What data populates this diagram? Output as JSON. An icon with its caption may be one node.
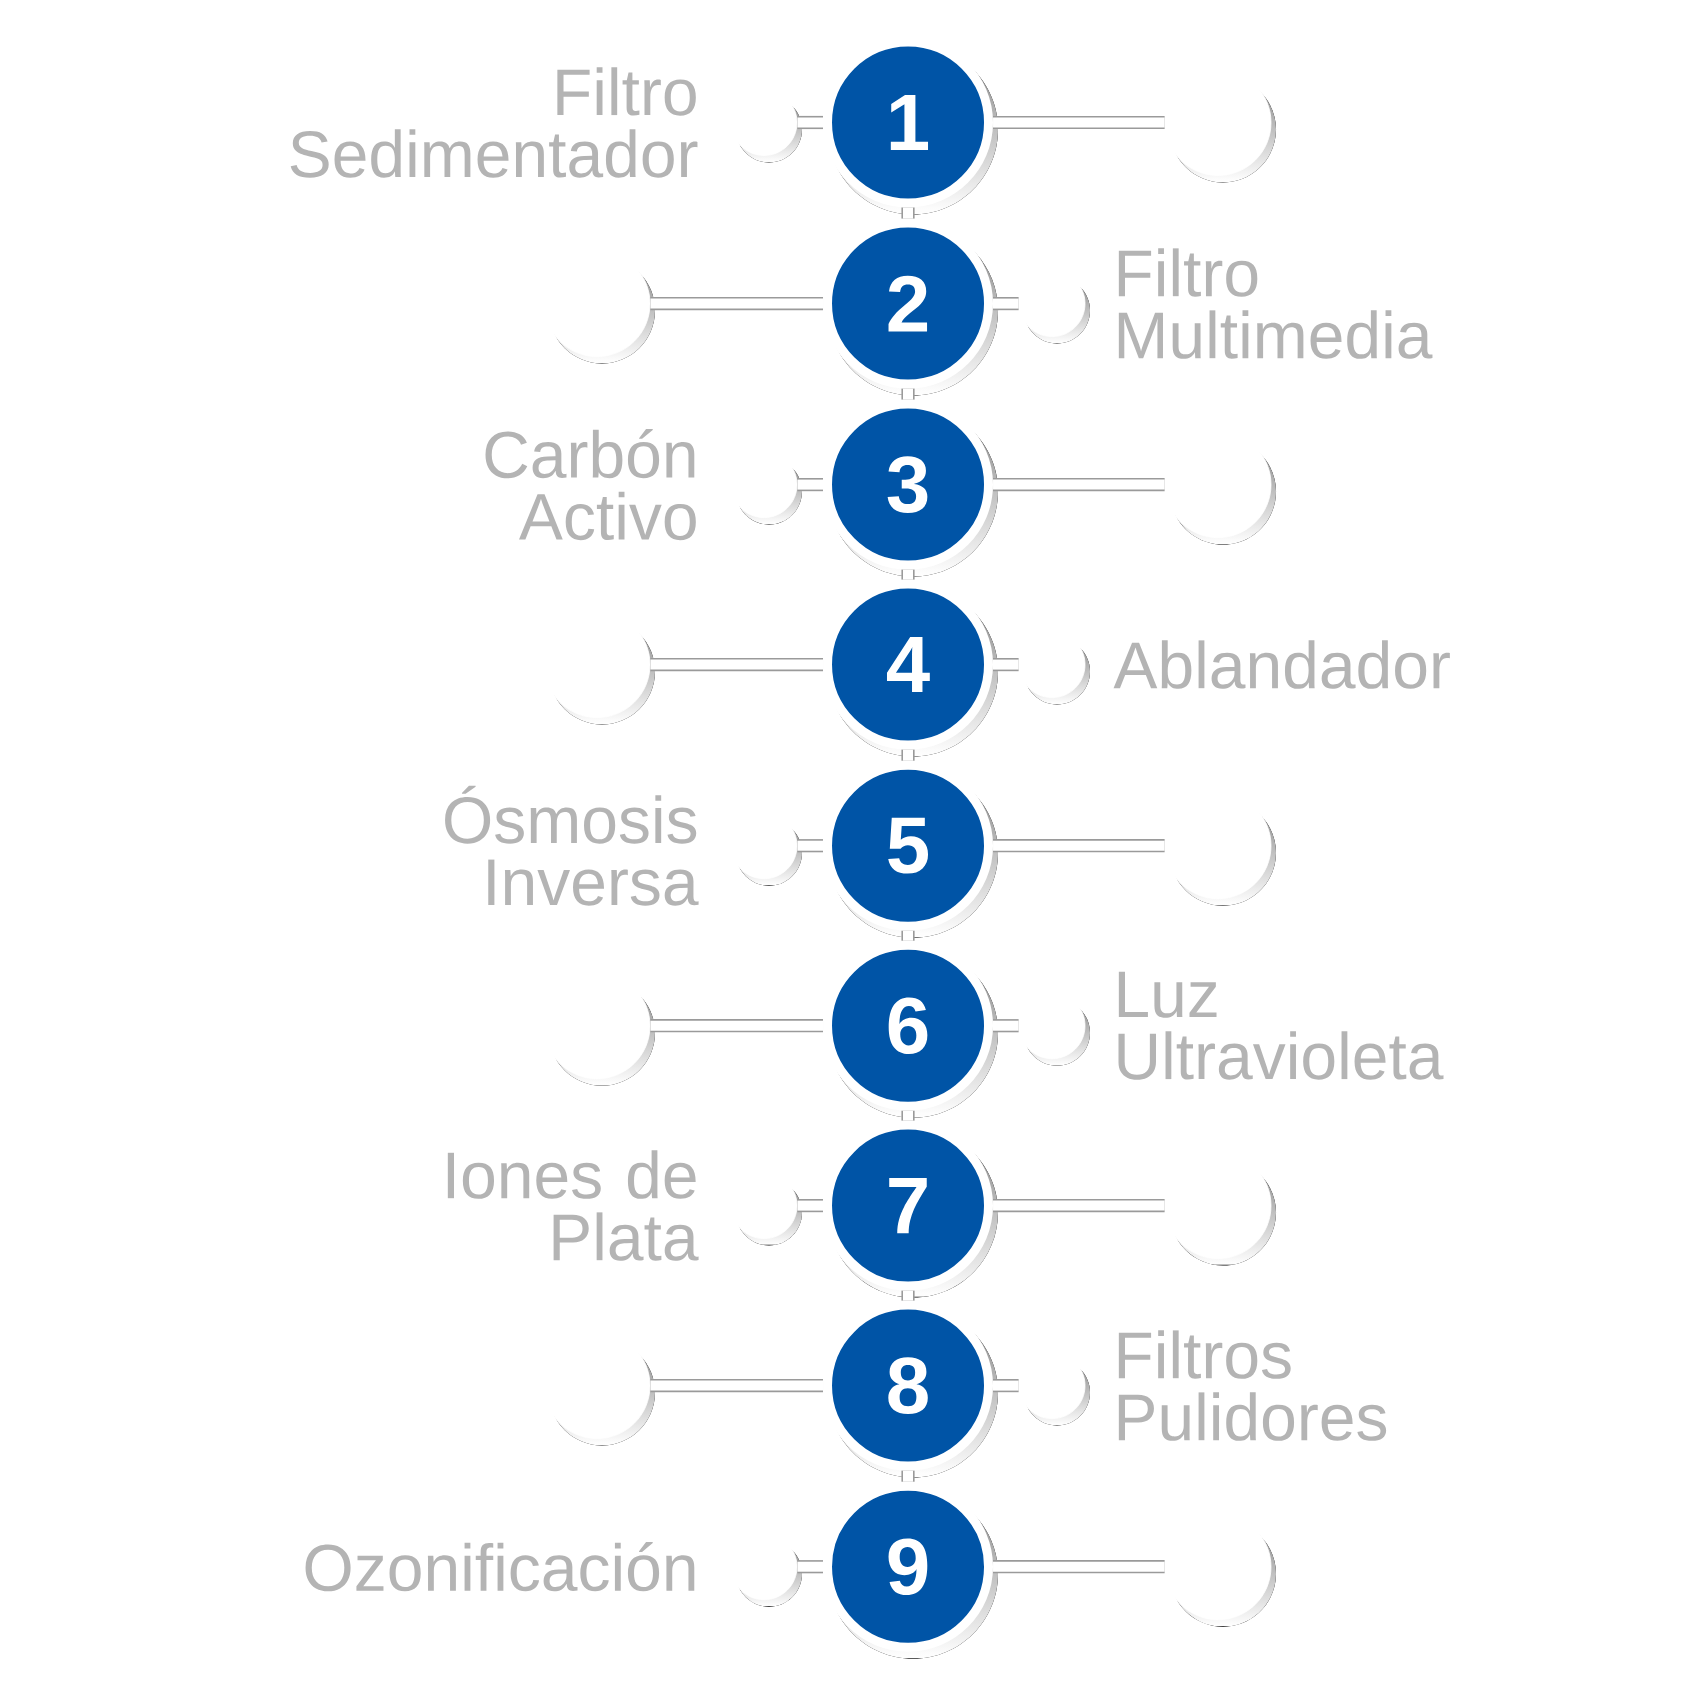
{
  "diagram": {
    "nodes": [
      {
        "text": [],
        "shape": "circle",
        "beside": [
          "Filtro Sedimentador"
        ]
      },
      {
        "text": [
          "1"
        ]
      },
      {
        "text": [],
        "shape": "circle"
      },
      {
        "text": [],
        "shape": "circle"
      },
      {
        "text": [
          "2"
        ]
      },
      {
        "text": [],
        "shape": "circle",
        "beside": [
          "Filtro Multimedia"
        ]
      },
      {
        "text": [],
        "shape": "circle",
        "beside": [
          "Carbón Activo"
        ]
      },
      {
        "text": [
          "3"
        ]
      },
      {
        "text": [],
        "shape": "circle"
      },
      {
        "text": [],
        "shape": "circle"
      },
      {
        "text": [
          "4"
        ]
      },
      {
        "text": [],
        "shape": "circle",
        "beside": [
          "Ablandador"
        ]
      },
      {
        "text": [],
        "shape": "circle",
        "beside": [
          "Ósmosis Inversa"
        ]
      },
      {
        "text": [
          "5"
        ]
      },
      {
        "text": [],
        "shape": "circle"
      },
      {
        "text": [],
        "shape": "circle"
      },
      {
        "text": [
          "6"
        ]
      },
      {
        "text": [],
        "shape": "circle",
        "beside": [
          "Luz Ultravioleta"
        ]
      },
      {
        "text": [],
        "shape": "circle",
        "beside": [
          "Iones de Plata"
        ]
      },
      {
        "text": [
          "7"
        ]
      },
      {
        "text": [],
        "shape": "circle"
      },
      {
        "text": [],
        "shape": "circle"
      },
      {
        "text": [
          "8"
        ]
      },
      {
        "text": [],
        "shape": "circle",
        "beside": [
          "Filtros Pulidores"
        ]
      },
      {
        "text": [],
        "shape": "circle",
        "beside": [
          "Ozonificación"
        ]
      },
      {
        "text": [
          "9"
        ]
      },
      {
        "text": [],
        "shape": "circle"
      }
    ],
    "edges": [
      {
        "from": 0,
        "to": 1,
        "arrow": "none"
      },
      {
        "from": 1,
        "to": 2,
        "arrow": "none"
      },
      {
        "from": 1,
        "to": 4,
        "arrow": "none"
      },
      {
        "from": 3,
        "to": 4,
        "arrow": "none"
      },
      {
        "from": 4,
        "to": 5,
        "arrow": "none"
      },
      {
        "from": 4,
        "to": 7,
        "arrow": "none"
      },
      {
        "from": 6,
        "to": 7,
        "arrow": "none"
      },
      {
        "from": 7,
        "to": 8,
        "arrow": "none"
      },
      {
        "from": 7,
        "to": 10,
        "arrow": "none"
      },
      {
        "from": 9,
        "to": 10,
        "arrow": "none"
      },
      {
        "from": 10,
        "to": 11,
        "arrow": "none"
      },
      {
        "from": 10,
        "to": 13,
        "arrow": "none"
      },
      {
        "from": 12,
        "to": 13,
        "arrow": "none"
      },
      {
        "from": 13,
        "to": 14,
        "arrow": "none"
      },
      {
        "from": 13,
        "to": 16,
        "arrow": "none"
      },
      {
        "from": 15,
        "to": 16,
        "arrow": "none"
      },
      {
        "from": 16,
        "to": 17,
        "arrow": "none"
      },
      {
        "from": 16,
        "to": 19,
        "arrow": "none"
      },
      {
        "from": 18,
        "to": 19,
        "arrow": "none"
      },
      {
        "from": 19,
        "to": 20,
        "arrow": "none"
      },
      {
        "from": 19,
        "to": 22,
        "arrow": "none"
      },
      {
        "from": 21,
        "to": 22,
        "arrow": "none"
      },
      {
        "from": 22,
        "to": 23,
        "arrow": "none"
      },
      {
        "from": 22,
        "to": 25,
        "arrow": "none"
      },
      {
        "from": 24,
        "to": 25,
        "arrow": "none"
      },
      {
        "from": 25,
        "to": 26,
        "arrow": "none"
      }
    ]
  }
}
